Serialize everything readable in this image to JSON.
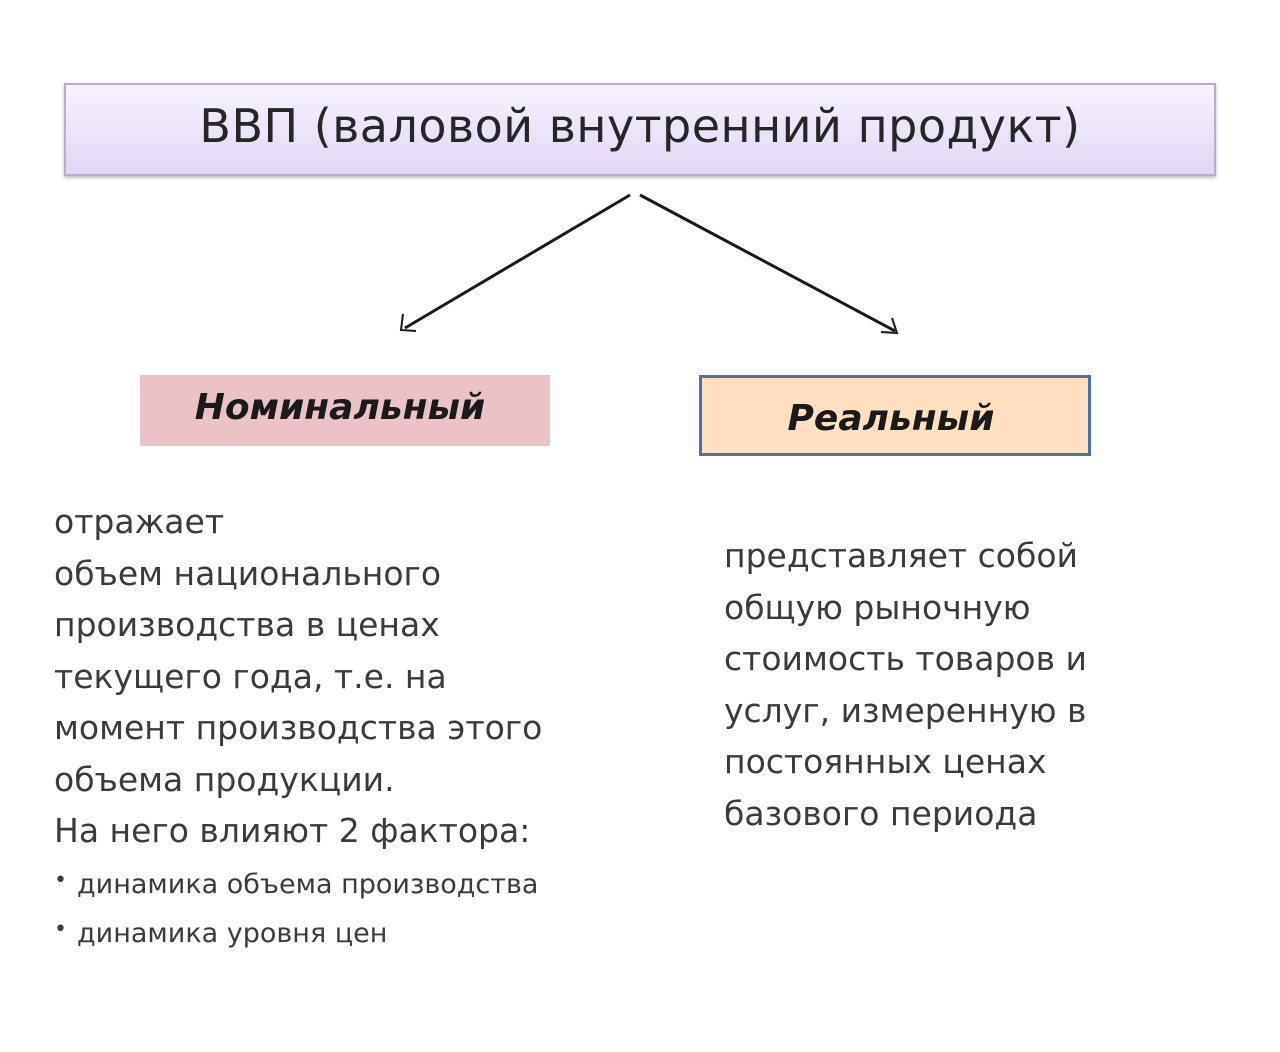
{
  "title": "ВВП (валовой внутренний продукт)",
  "branches": [
    {
      "label": "Номинальный",
      "description_lines": [
        "отражает",
        "объем национального",
        "производства в ценах",
        "текущего года, т.е. на",
        "момент производства этого",
        "объема продукции.",
        "На него влияют 2 фактора:"
      ],
      "factors": [
        "динамика объема производства",
        "динамика уровня цен"
      ]
    },
    {
      "label": "Реальный",
      "description_lines": [
        "представляет собой",
        "общую рыночную",
        "стоимость товаров и",
        "услуг, измеренную в",
        "постоянных ценах",
        "базового периода"
      ]
    }
  ],
  "icons": {
    "bullet": "bullet-dot-icon",
    "arrow": "arrow-down-icon"
  },
  "colors": {
    "title_bg": "#ebe3f7",
    "title_border": "#b7acd0",
    "nominal_bg": "#e9c3c6",
    "real_bg": "#fde0c0",
    "real_border": "#4a72a8",
    "arrow": "#1a1a1a"
  }
}
